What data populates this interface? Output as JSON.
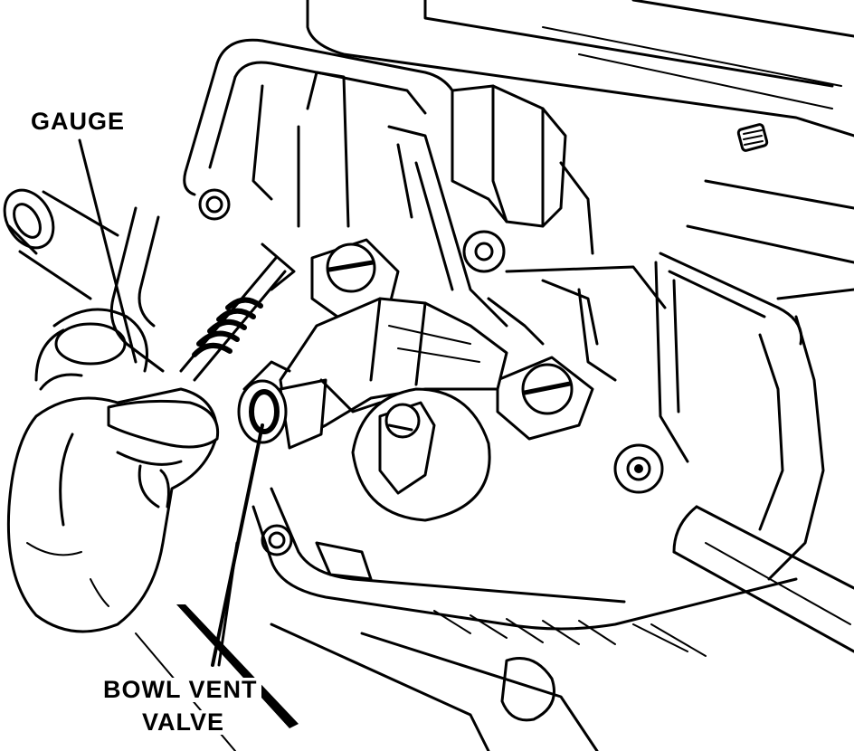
{
  "labels": {
    "gauge": "GAUGE",
    "bowl_vent_line1": "BOWL VENT",
    "bowl_vent_line2": "VALVE"
  },
  "colors": {
    "ink": "#000000",
    "paper": "#ffffff"
  }
}
